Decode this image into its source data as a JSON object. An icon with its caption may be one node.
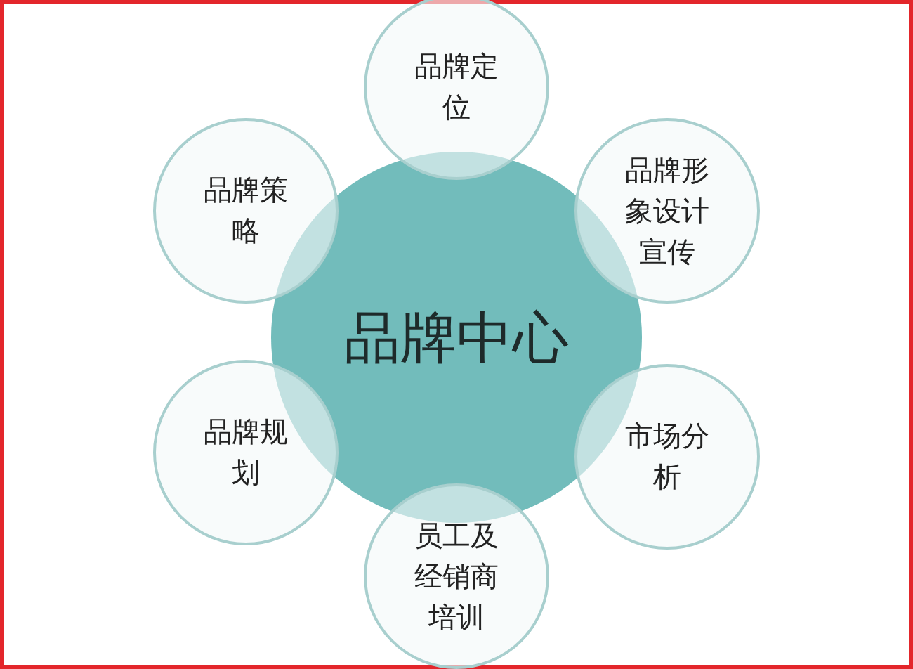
{
  "diagram": {
    "nodes": [
      {
        "text": [
          "品牌定位"
        ]
      },
      {
        "text": [
          "品牌策略"
        ]
      },
      {
        "text": [
          "品牌形象设计宣传"
        ]
      },
      {
        "text": [
          "品牌中心"
        ]
      },
      {
        "text": [
          "品牌规划"
        ]
      },
      {
        "text": [
          "市场分析"
        ]
      },
      {
        "text": [
          "员工及经销商培训"
        ]
      }
    ]
  }
}
